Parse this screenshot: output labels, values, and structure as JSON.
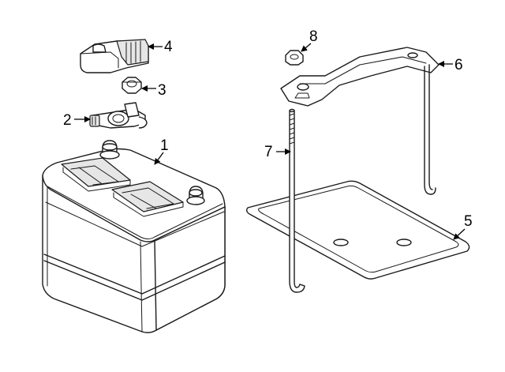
{
  "diagram": {
    "parts": [
      {
        "callout": "1",
        "part": "battery"
      },
      {
        "callout": "2",
        "part": "negative-terminal-clamp"
      },
      {
        "callout": "3",
        "part": "terminal-nut"
      },
      {
        "callout": "4",
        "part": "positive-terminal-cover"
      },
      {
        "callout": "5",
        "part": "battery-tray"
      },
      {
        "callout": "6",
        "part": "hold-down-bracket"
      },
      {
        "callout": "7",
        "part": "j-bolt"
      },
      {
        "callout": "8",
        "part": "bracket-nut"
      }
    ]
  }
}
